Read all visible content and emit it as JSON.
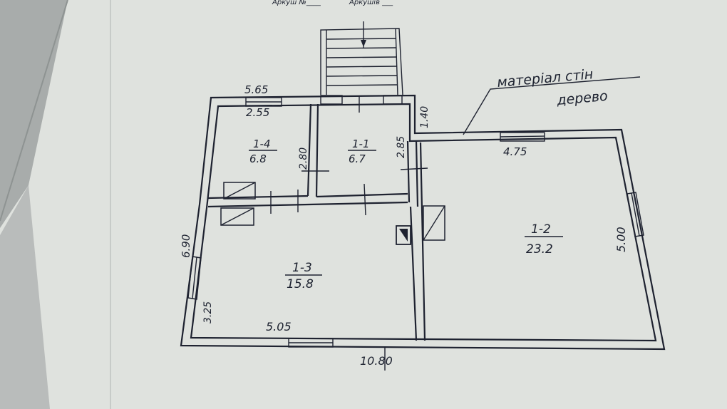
{
  "title_fragments": [
    "Аркуш №____",
    "Аркушів ___"
  ],
  "wall_material": {
    "label": "матеріал стін",
    "value": "дерево"
  },
  "rooms": [
    {
      "id": "1-1",
      "area": "6.7"
    },
    {
      "id": "1-2",
      "area": "23.2"
    },
    {
      "id": "1-3",
      "area": "15.8"
    },
    {
      "id": "1-4",
      "area": "6.8"
    }
  ],
  "dimensions": {
    "top_left_outer": "5.65",
    "room_1_4_width": "2.55",
    "room_1_4_depth": "2.80",
    "room_1_1_depth": "2.85",
    "porch_offset": "1.40",
    "room_1_2_width": "4.75",
    "room_1_2_depth": "5.00",
    "left_total": "6.90",
    "room_1_3_depth": "3.25",
    "room_1_3_width": "5.05",
    "bottom_total": "10.80"
  },
  "colors": {
    "paper": "#dfe2de",
    "ink": "#1e2230",
    "margin_line": "#9fa4a3"
  }
}
